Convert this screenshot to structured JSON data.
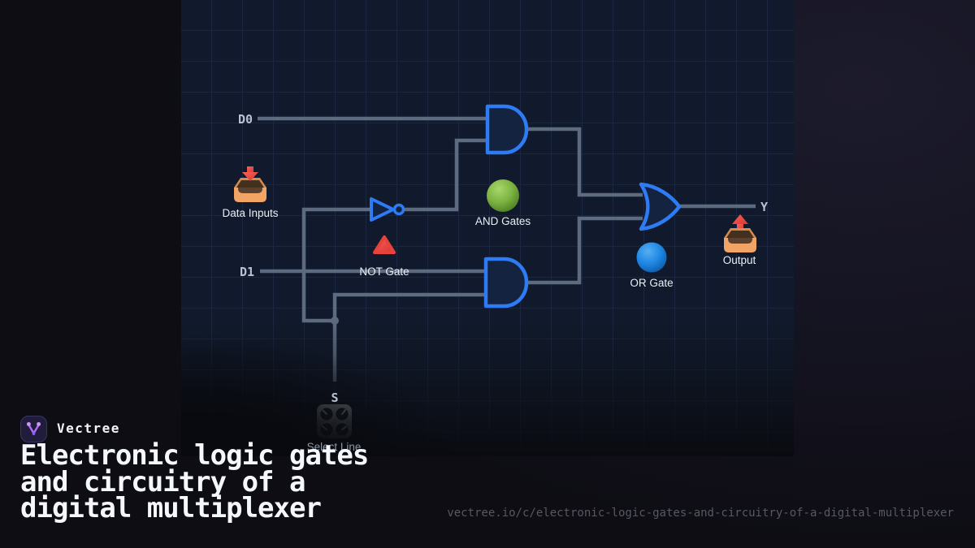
{
  "brand": {
    "name": "Vectree",
    "logo_icon": "branch-v-icon"
  },
  "title": {
    "lines": [
      "Electronic logic gates",
      "and circuitry of a",
      "digital multiplexer"
    ]
  },
  "share_url": "vectree.io/c/electronic-logic-gates-and-circuitry-of-a-digital-multiplexer",
  "diagram": {
    "signals": {
      "d0": "D0",
      "d1": "D1",
      "select": "S",
      "output": "Y"
    },
    "labels": {
      "data_inputs": "Data Inputs",
      "not_gate": "NOT Gate",
      "and_gates": "AND Gates",
      "or_gate": "OR Gate",
      "output": "Output",
      "select_line": "Select Line"
    },
    "icons": {
      "data_inputs": "inbox-tray-with-red-down-arrow",
      "not_gate": "red-triangle",
      "and_gates": "green-sphere",
      "or_gate": "blue-sphere",
      "output": "outbox-tray-with-red-up-arrow",
      "select_line": "four-knob-control-panel"
    }
  },
  "colors": {
    "canvas_bg": "#111a2c",
    "grid_line": "#1b2640",
    "wire": "#5d6b80",
    "gate_stroke": "#2e7bf6",
    "gate_fill": "#142340",
    "green": "#7cb342",
    "blue": "#1e88e5",
    "red": "#e8423c",
    "tray_orange": "#f2a465",
    "brand_purple": "#b06ef7"
  }
}
